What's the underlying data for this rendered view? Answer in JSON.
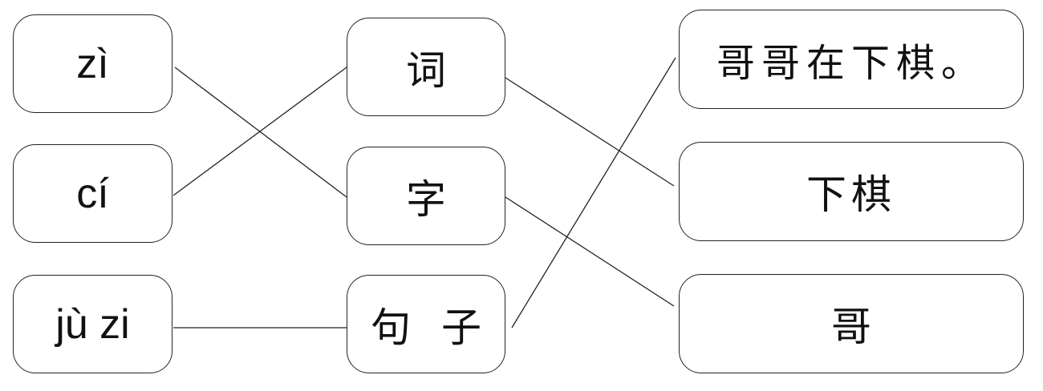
{
  "pinyin": {
    "zi": "zì",
    "ci": "cí",
    "juzi": "jù zi"
  },
  "characters": {
    "ci": "词",
    "zi": "字",
    "juzi": "句子"
  },
  "examples": {
    "sentence": "哥哥在下棋。",
    "phrase": "下棋",
    "single": "哥"
  },
  "colors": {
    "line": "#222222",
    "border": "#222222",
    "text": "#111111"
  }
}
